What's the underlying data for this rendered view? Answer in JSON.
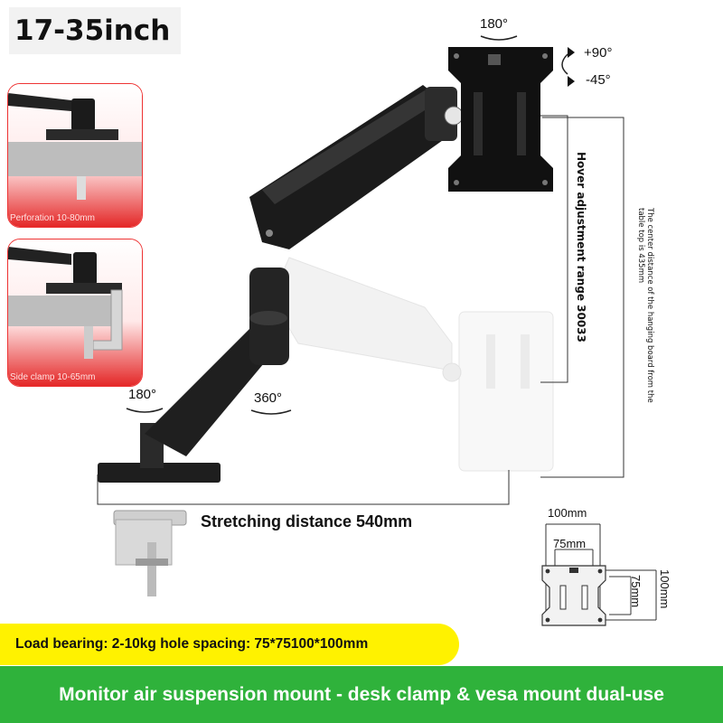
{
  "title": "17-35inch",
  "insets": [
    {
      "caption": "Perforation 10-80mm"
    },
    {
      "caption": "Side clamp 10-65mm"
    }
  ],
  "rotation_labels": {
    "top": "180°",
    "tilt_up": "+90°",
    "tilt_down": "-45°",
    "base_left": "180°",
    "base_mid": "360°"
  },
  "hover_label": "Hover adjustment range 30033",
  "center_distance_label": "The center distance of the hanging board from the table top is 435mm",
  "stretch_label": "Stretching distance 540mm",
  "vesa": {
    "outer_width": "100mm",
    "inner_width": "75mm",
    "inner_height": "75mm",
    "outer_height": "100mm"
  },
  "load_bearing": "Load bearing: 2-10kg hole spacing: 75*75100*100mm",
  "footer": "Monitor air suspension mount - desk clamp & vesa mount dual-use",
  "colors": {
    "accent_yellow": "#fff200",
    "footer_green": "#2fb23b",
    "inset_red": "#e32222"
  }
}
